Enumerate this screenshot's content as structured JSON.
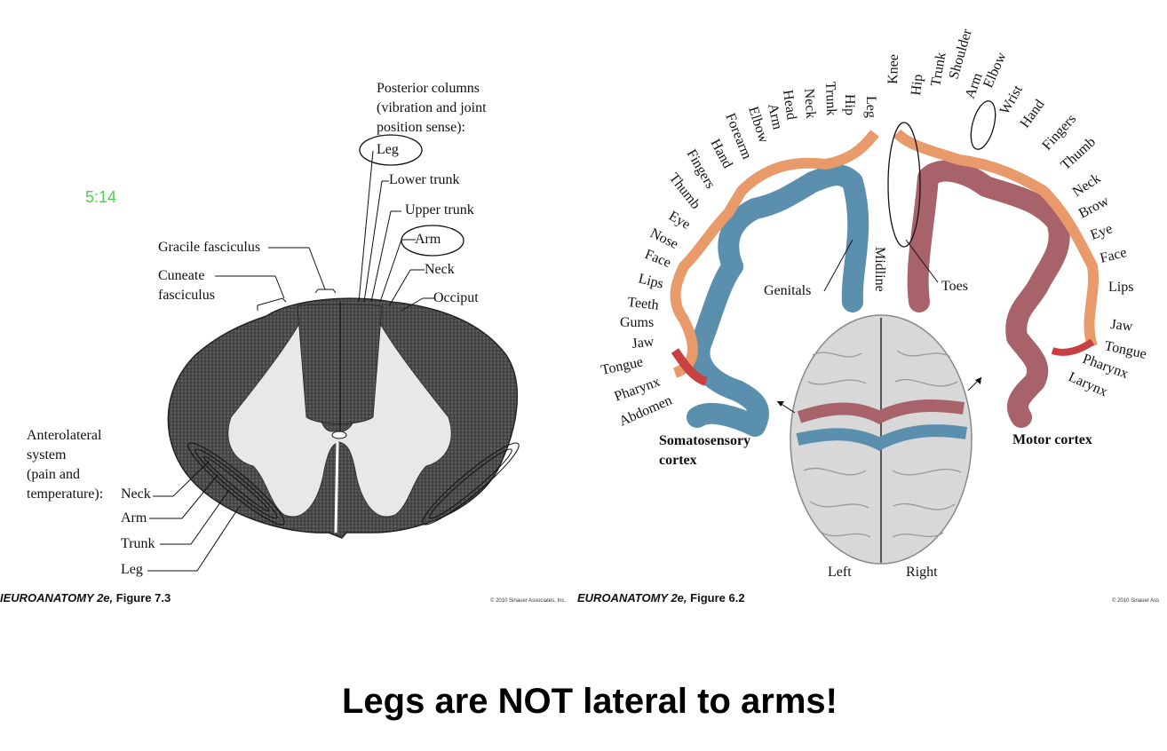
{
  "timer": "5:14",
  "headline": "Legs are NOT lateral to arms!",
  "spinal_figure": {
    "caption_prefix": "IEUROANATOMY 2e,",
    "caption_figure": "Figure 7.3",
    "copyright": "© 2010 Sinauer Associates, Inc.",
    "posterior_columns_title": [
      "Posterior columns",
      "(vibration and joint",
      "position sense):"
    ],
    "posterior_labels": [
      "Leg",
      "Lower trunk",
      "Upper trunk",
      "Arm",
      "Neck",
      "Occiput"
    ],
    "gracile": "Gracile fasciculus",
    "cuneate": [
      "Cuneate",
      "fasciculus"
    ],
    "anterolateral_title": [
      "Anterolateral",
      "system",
      "(pain and",
      "temperature):"
    ],
    "anterolateral_labels": [
      "Neck",
      "Arm",
      "Trunk",
      "Leg"
    ]
  },
  "homunculus_figure": {
    "caption_prefix": "EUROANATOMY 2e,",
    "caption_figure": "Figure 6.2",
    "copyright": "© 2010 Sinauer Ass",
    "somatosensory_labels": [
      "Thumb",
      "Fingers",
      "Hand",
      "Forearm",
      "Elbow",
      "Arm",
      "Head",
      "Neck",
      "Trunk",
      "Hip",
      "Leg",
      "Eye",
      "Nose",
      "Face",
      "Lips",
      "Teeth",
      "Gums",
      "Jaw",
      "Tongue",
      "Pharynx",
      "Abdomen",
      "Genitals"
    ],
    "motor_labels": [
      "Knee",
      "Hip",
      "Trunk",
      "Shoulder",
      "Arm",
      "Elbow",
      "Wrist",
      "Hand",
      "Fingers",
      "Thumb",
      "Neck",
      "Brow",
      "Eye",
      "Face",
      "Lips",
      "Jaw",
      "Tongue",
      "Pharynx",
      "Larynx",
      "Toes"
    ],
    "midline": "Midline",
    "somatosensory_title": [
      "Somatosensory",
      "cortex"
    ],
    "motor_title": "Motor cortex",
    "left": "Left",
    "right": "Right"
  }
}
